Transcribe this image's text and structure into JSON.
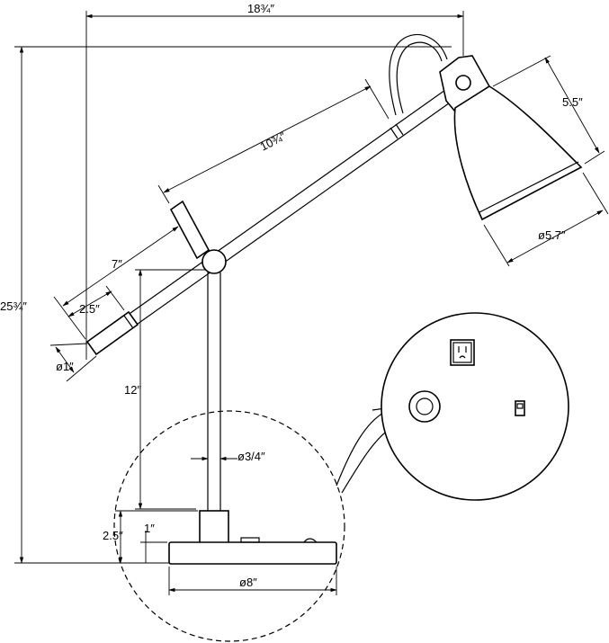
{
  "dimensions": {
    "overall_width": "18¾″",
    "overall_height": "25¾″",
    "shade_length": "5.5″",
    "shade_diameter": "ø5.7″",
    "upper_arm": "10¾″",
    "rear_arm": "7″",
    "counterweight": "2.5″",
    "counterweight_diameter": "ø1″",
    "pole_height": "12″",
    "pole_diameter": "ø3/4″",
    "base_height": "2.5″",
    "base_plate": "1″",
    "base_diameter": "ø8″"
  },
  "icons": {
    "outlet": "outlet-icon",
    "switch": "switch-icon",
    "knob": "usb-port-icon"
  }
}
